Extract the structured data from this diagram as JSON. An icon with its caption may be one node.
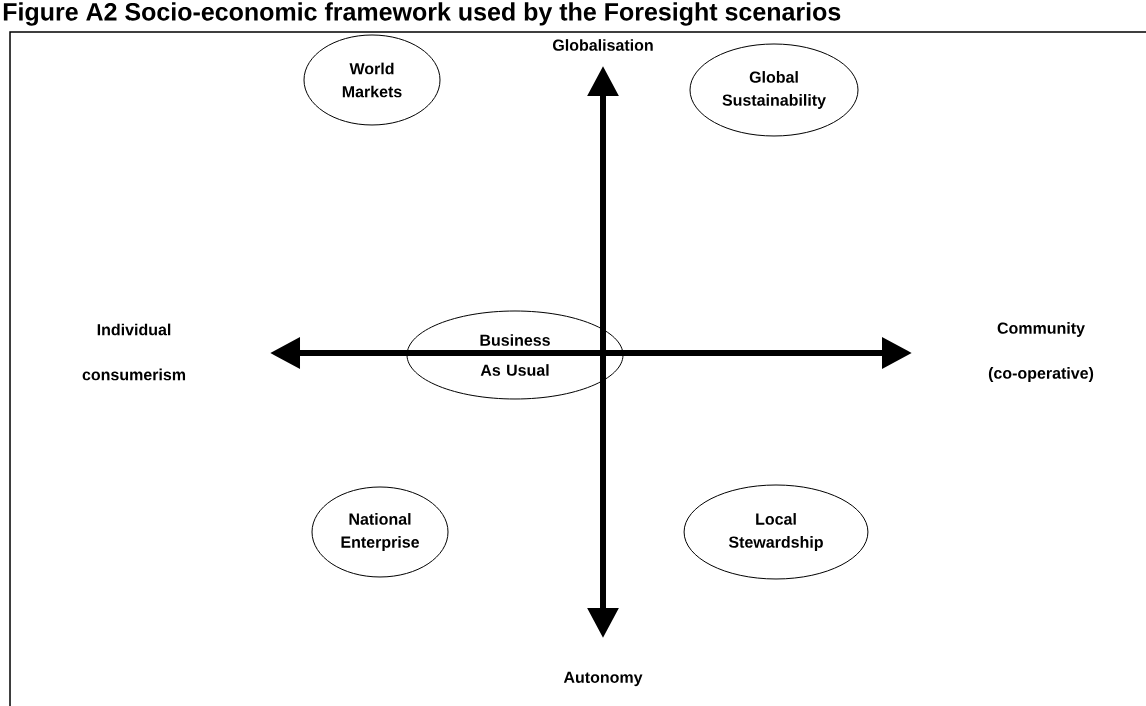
{
  "diagram": {
    "title": "Figure A2 Socio-economic framework used by the Foresight scenarios",
    "nodes": [
      {
        "text": [
          "World Markets"
        ]
      },
      {
        "text": [
          "Global Sustainability"
        ]
      },
      {
        "text": [
          "Business As Usual"
        ]
      },
      {
        "text": [
          "National Enterprise"
        ]
      },
      {
        "text": [
          "Local Stewardship"
        ]
      }
    ],
    "labels": [
      "Globalisation",
      "Individual consumerism",
      "Community (co-operative)",
      "Autonomy"
    ]
  }
}
